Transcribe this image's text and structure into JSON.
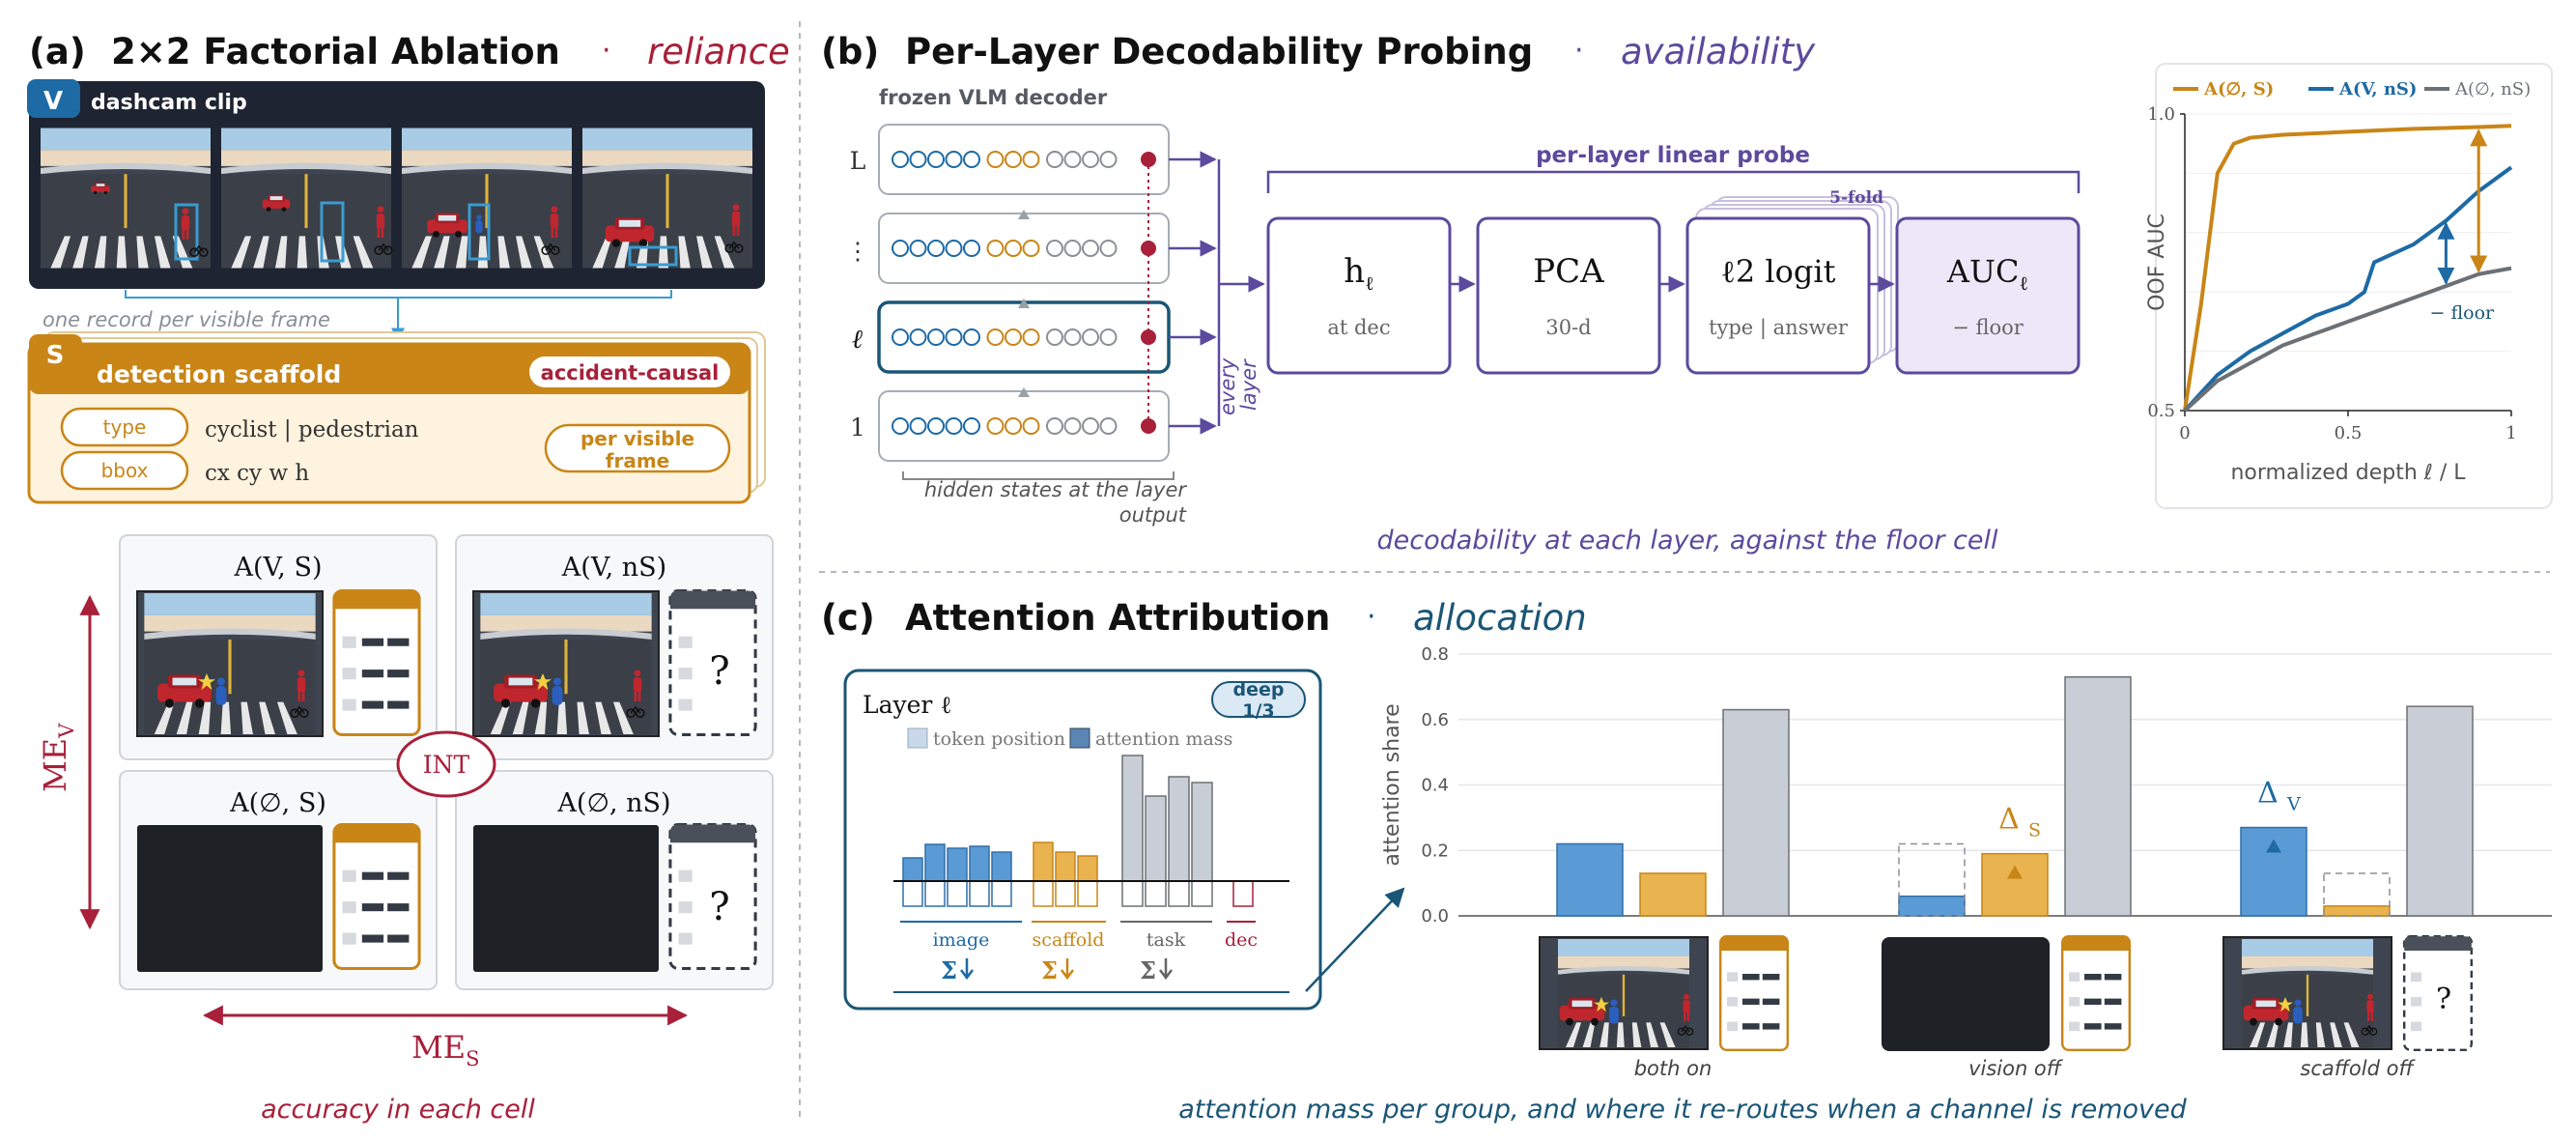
{
  "colors": {
    "red": "#a8203a",
    "orange": "#c98516",
    "orange_light": "#fdf3de",
    "blue": "#1d6aa5",
    "blue_dark": "#1a5677",
    "purple": "#5b4a9e",
    "purple_light": "#ece8f7",
    "gray": "#6b7075",
    "gray_bar": "#c9ced6",
    "navy": "#1e2432",
    "text": "#1a1a1a"
  },
  "panel_a": {
    "label": "(a)",
    "title": "2×2 Factorial Ablation",
    "dot": "·",
    "subtitle": "reliance",
    "v_badge": "V",
    "clip_label": "dashcam clip",
    "record_note": "one record per visible frame",
    "s_badge": "S",
    "scaffold_title": "detection scaffold",
    "scaffold_tag": "accident-causal",
    "field_type": "type",
    "field_type_val": "cyclist | pedestrian",
    "field_bbox": "bbox",
    "field_bbox_val": "cx cy w h",
    "per_frame_line1": "per visible",
    "per_frame_line2": "frame",
    "cell_vs": "A(V, S)",
    "cell_vns": "A(V, nS)",
    "cell_0s": "A(∅, S)",
    "cell_0ns": "A(∅, nS)",
    "int": "INT",
    "mev": "ME",
    "mev_sub": "V",
    "mes": "ME",
    "mes_sub": "S",
    "question": "?",
    "caption": "accuracy in each cell"
  },
  "panel_b": {
    "label": "(b)",
    "title": "Per-Layer Decodability Probing",
    "dot": "·",
    "subtitle": "availability",
    "decoder_label": "frozen VLM decoder",
    "layer_L": "L",
    "layer_dots": "⋮",
    "layer_l": "ℓ",
    "layer_1": "1",
    "hidden_line1": "hidden states at the layer",
    "hidden_line2": "output",
    "every_layer_1": "every",
    "every_layer_2": "layer",
    "probe_label": "per-layer linear probe",
    "fold": "5-fold",
    "box_h": "h",
    "box_h_sub": "ℓ",
    "box_h_note": "at dec",
    "box_pca": "PCA",
    "box_pca_note": "30-d",
    "box_logit": "ℓ2 logit",
    "box_logit_note": "type | answer",
    "box_auc": "AUC",
    "box_auc_sub": "ℓ",
    "box_auc_note": "− floor",
    "caption": "decodability at each layer, against the floor cell"
  },
  "chart_data": [
    {
      "type": "line",
      "xlabel": "normalized depth ℓ / L",
      "ylabel": "OOF AUC",
      "xlim": [
        0,
        1
      ],
      "ylim": [
        0.5,
        1.0
      ],
      "x_ticks": [
        "0",
        "0.5",
        "1"
      ],
      "y_ticks": [
        "0.5",
        "1.0"
      ],
      "annotation": "− floor",
      "legend_position": "top",
      "series": [
        {
          "name": "A(∅, S)",
          "color": "#c98516",
          "x": [
            0,
            0.05,
            0.1,
            0.15,
            0.2,
            0.3,
            0.5,
            0.7,
            0.9,
            1.0
          ],
          "y": [
            0.5,
            0.68,
            0.9,
            0.95,
            0.96,
            0.965,
            0.97,
            0.975,
            0.978,
            0.98
          ]
        },
        {
          "name": "A(V, nS)",
          "color": "#1d6aa5",
          "x": [
            0,
            0.1,
            0.2,
            0.3,
            0.4,
            0.5,
            0.55,
            0.58,
            0.7,
            0.8,
            0.9,
            1.0
          ],
          "y": [
            0.5,
            0.56,
            0.6,
            0.63,
            0.66,
            0.68,
            0.7,
            0.75,
            0.78,
            0.82,
            0.87,
            0.91
          ]
        },
        {
          "name": "A(∅, nS)",
          "color": "#6b7075",
          "x": [
            0,
            0.1,
            0.2,
            0.3,
            0.4,
            0.5,
            0.6,
            0.7,
            0.8,
            0.9,
            1.0
          ],
          "y": [
            0.5,
            0.55,
            0.58,
            0.61,
            0.63,
            0.65,
            0.67,
            0.69,
            0.71,
            0.73,
            0.74
          ]
        }
      ]
    },
    {
      "type": "bar",
      "ylabel": "attention share",
      "ylim": [
        0,
        0.8
      ],
      "y_ticks": [
        "0.0",
        "0.2",
        "0.4",
        "0.6",
        "0.8"
      ],
      "categories": [
        "both on",
        "vision off",
        "scaffold off"
      ],
      "series": [
        {
          "name": "image",
          "color": "#5b9bd5",
          "values": [
            0.22,
            0.06,
            0.27
          ]
        },
        {
          "name": "scaffold",
          "color": "#e9b34f",
          "values": [
            0.13,
            0.19,
            0.03
          ]
        },
        {
          "name": "task",
          "color": "#c9ced6",
          "values": [
            0.63,
            0.73,
            0.64
          ]
        }
      ],
      "ghost_values": {
        "vision off": {
          "image": 0.22
        },
        "scaffold off": {
          "scaffold": 0.13
        }
      },
      "annotations": [
        "Δ",
        "Δ"
      ]
    }
  ],
  "panel_c": {
    "label": "(c)",
    "title": "Attention Attribution",
    "dot": "·",
    "subtitle": "allocation",
    "layer_title": "Layer ℓ",
    "deep_1": "deep",
    "deep_2": "1/3",
    "legend_pos": "token position",
    "legend_mass": "attention mass",
    "grp_image": "image",
    "grp_scaffold": "scaffold",
    "grp_task": "task",
    "grp_dec": "dec",
    "sigma": "Σ",
    "delta_s": "Δ",
    "delta_s_sub": "S",
    "delta_v": "Δ",
    "delta_v_sub": "V",
    "q": "?",
    "caption": "attention mass per group, and where it re-routes when a channel is removed"
  }
}
